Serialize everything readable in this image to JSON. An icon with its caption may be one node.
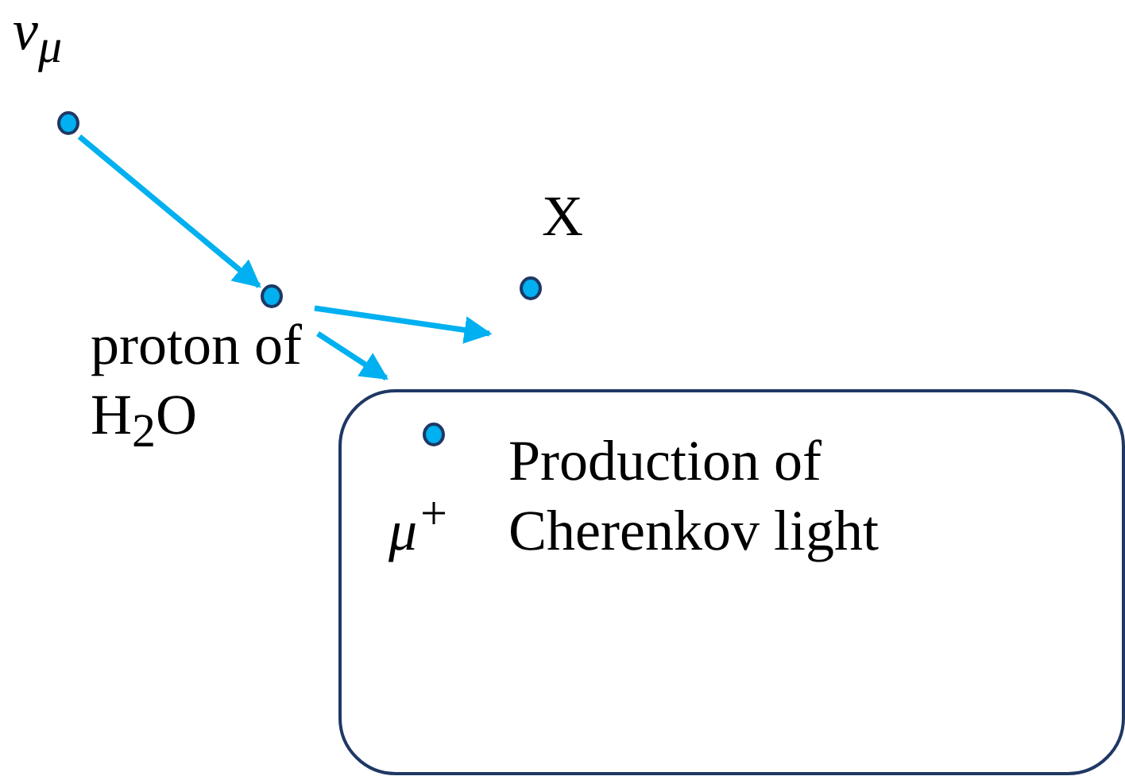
{
  "diagram": {
    "nodes": [
      {
        "text": [],
        "shape": "circle",
        "beside": [
          "ν$_{μ}$"
        ]
      },
      {
        "text": [],
        "shape": "circle",
        "beside": [
          "proton of H$_{2}$O"
        ]
      },
      {
        "text": [],
        "shape": "circle",
        "beside": [
          "X"
        ]
      },
      {
        "text": [
          "Production of Cherenkov light"
        ]
      },
      {
        "text": [],
        "shape": "circle",
        "beside": [
          "μ$^{+}$"
        ],
        "in": 3
      }
    ],
    "edges": [
      {
        "from": 0,
        "to": 1,
        "arrow": "to"
      },
      {
        "from": 1,
        "to": 2,
        "arrow": "to"
      },
      {
        "from": 1,
        "to": 3,
        "arrow": "to"
      }
    ]
  }
}
